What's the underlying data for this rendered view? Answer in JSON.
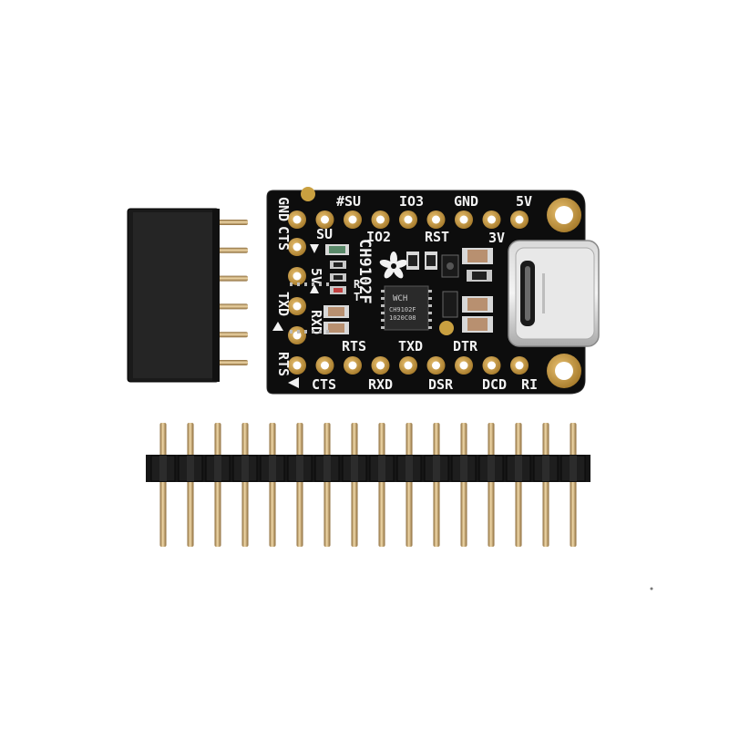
{
  "photo": {
    "subject": "USB Type C to serial breakout board with header pins",
    "background_color": "#ffffff",
    "pcb_color": "#0d0d0d",
    "pad_color": "#c89a3a",
    "pin_color": "#c8a468"
  },
  "board": {
    "top_labels": [
      "#SU",
      "IO3",
      "GND",
      "5V"
    ],
    "left_labels": [
      "GND",
      "CTS",
      "TXD",
      "RTS"
    ],
    "inner_left_labels": [
      "SU",
      "5V",
      "RXD"
    ],
    "inner_top_labels": [
      "IO2",
      "RST",
      "3V"
    ],
    "inner_bottom_labels": [
      "RTS",
      "TXD",
      "DTR"
    ],
    "bottom_labels": [
      "CTS",
      "RXD",
      "DSR",
      "DCD",
      "RI"
    ],
    "chip_name": "CH9102F",
    "led_labels": [
      "R",
      "T"
    ],
    "ic_markings": [
      "CH9102F",
      "1020C08"
    ],
    "ic_logo": "WCH",
    "usb_connector": "usb-c",
    "logo_icon": "adafruit-flower-icon"
  },
  "socket_header": {
    "pin_count": 6
  },
  "pin_header": {
    "pin_count": 16
  }
}
